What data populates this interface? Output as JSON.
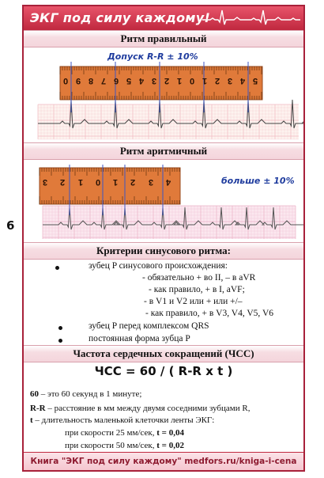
{
  "header": {
    "title": "ЭКГ под силу каждому!"
  },
  "page_number": "6",
  "section1": {
    "title": "Ритм правильный",
    "caption": "Допуск R-R  ± 10%",
    "ruler_labels": [
      "0",
      "9",
      "8",
      "7",
      "6",
      "5",
      "4",
      "3",
      "2",
      "1",
      "0",
      "1",
      "2",
      "3",
      "4",
      "5"
    ]
  },
  "section2": {
    "title": "Ритм аритмичный",
    "caption": "больше ± 10%",
    "ruler_labels": [
      "3",
      "2",
      "1",
      "0",
      "1",
      "2",
      "3",
      "4"
    ]
  },
  "section3": {
    "title": "Критерии синусового ритма:",
    "items": [
      "зубец P синусового происхождения:",
      "- обязательно + во II,  –  в aVR",
      "- как правило, + в I,  aVF;",
      "- в V1 и  V2 или  + или +/–",
      "- как правило,  +  в V3, V4, V5, V6",
      "зубец P  перед комплексом QRS",
      "постоянная форма зубца P"
    ]
  },
  "section4": {
    "title": "Частота сердечных сокращений (ЧСС)",
    "formula": "ЧСС = 60 / ( R-R  x  t )",
    "definitions": [
      {
        "term": "60",
        "text": " – это  60 секунд в 1 минуте;"
      },
      {
        "term": "R-R",
        "text": " – расстояние в мм между двумя соседними зубцами R,"
      },
      {
        "term": "t",
        "text": " – длительность маленькой клеточки ленты ЭКГ:"
      }
    ],
    "speeds": [
      {
        "label": "при скорости 25 мм/сек, ",
        "var": "t = ",
        "value": "0,04"
      },
      {
        "label": "при скорости 50 мм/сек, ",
        "var": "t = ",
        "value": "0,02"
      }
    ]
  },
  "footer": {
    "text": "Книга \"ЭКГ под силу каждому\" medfors.ru/kniga-i-cena"
  }
}
